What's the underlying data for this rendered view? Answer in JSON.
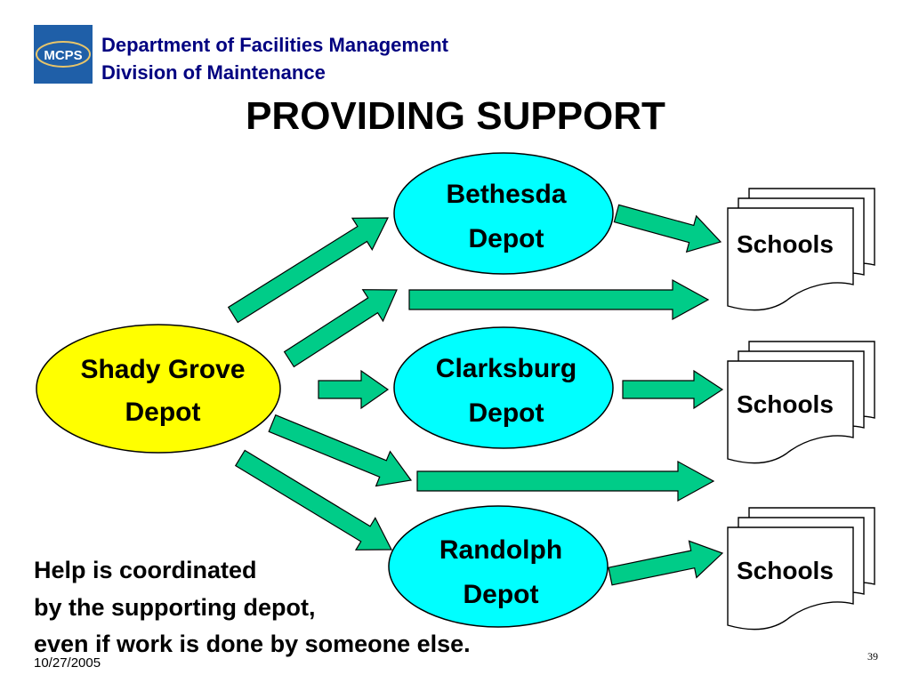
{
  "header": {
    "logo_text": "MCPS",
    "line1": "Department of Facilities Management",
    "line2": "Division of Maintenance"
  },
  "title": "PROVIDING SUPPORT",
  "nodes": {
    "source": {
      "line1": "Shady Grove",
      "line2": "Depot",
      "color": "#FFFF00"
    },
    "bethesda": {
      "line1": "Bethesda",
      "line2": "Depot",
      "color": "#00FFFF"
    },
    "clarksburg": {
      "line1": "Clarksburg",
      "line2": "Depot",
      "color": "#00FFFF"
    },
    "randolph": {
      "line1": "Randolph",
      "line2": "Depot",
      "color": "#00FFFF"
    }
  },
  "schools": [
    {
      "label": "Schools"
    },
    {
      "label": "Schools"
    },
    {
      "label": "Schools"
    }
  ],
  "arrow_color": "#00CC88",
  "note": {
    "line1": "Help is coordinated",
    "line2": "by the supporting depot,",
    "line3": "even if work is done by someone else."
  },
  "footer": {
    "date": "10/27/2005",
    "page": "39"
  }
}
